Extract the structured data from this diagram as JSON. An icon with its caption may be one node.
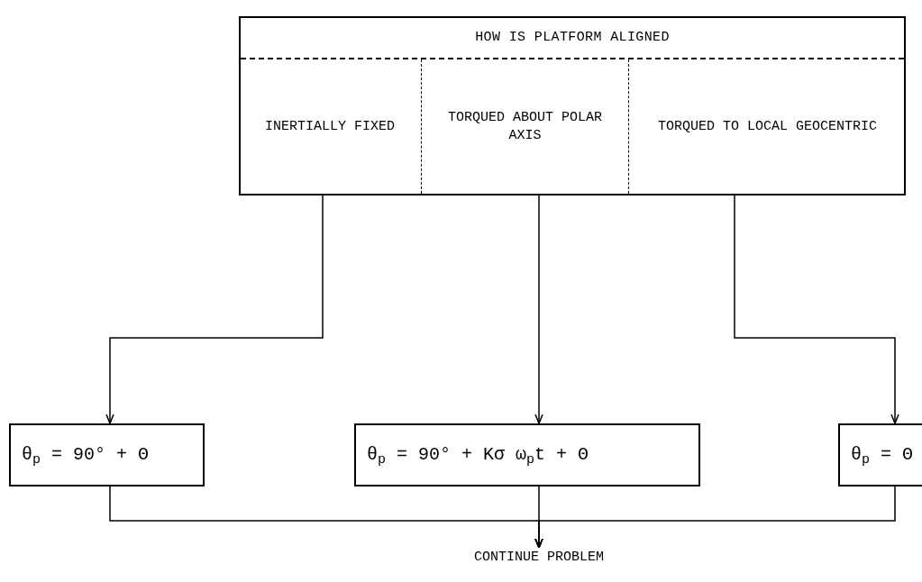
{
  "diagram": {
    "nodes": [
      {
        "text": [
          "HOW IS PLATFORM ALIGNED"
        ]
      },
      {
        "text": [
          "INERTIALLY FIXED"
        ],
        "in": 0
      },
      {
        "text": [
          "TORQUED ABOUT POLAR AXIS"
        ],
        "in": 0
      },
      {
        "text": [
          "TORQUED TO LOCAL GEOCENTRIC"
        ],
        "in": 0
      },
      {
        "text": [
          "θ$_{p}$ = 90° + Θ"
        ]
      },
      {
        "text": [
          "θ$_{p}$ = 90° + Kσ ω$_{p}$t + Θ"
        ]
      },
      {
        "text": [
          "θ$_{p}$ = Θ"
        ]
      },
      {
        "text": [
          "CONTINUE PROBLEM"
        ]
      }
    ],
    "edges": [
      {
        "from": 1,
        "to": 4,
        "arrow": "to"
      },
      {
        "from": 2,
        "to": 5,
        "arrow": "to"
      },
      {
        "from": 3,
        "to": 6,
        "arrow": "to"
      },
      {
        "from": 4,
        "to": 7,
        "arrow": "to"
      },
      {
        "from": 5,
        "to": 7,
        "arrow": "to"
      },
      {
        "from": 6,
        "to": 7,
        "arrow": "to"
      }
    ]
  }
}
